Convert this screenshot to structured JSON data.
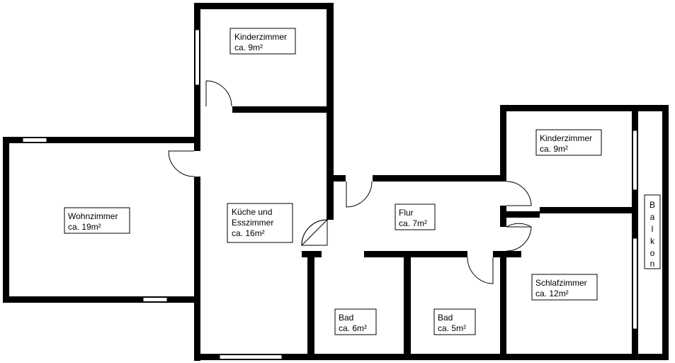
{
  "rooms": [
    {
      "name": "Kinderzimmer",
      "area": "ca. 9m²"
    },
    {
      "name": "Kinderzimmer",
      "area": "ca. 9m²"
    },
    {
      "name": "Wohnzimmer",
      "area": "ca. 19m²"
    },
    {
      "name": "Küche und",
      "name2": "Esszimmer",
      "area": "ca. 16m²"
    },
    {
      "name": "Flur",
      "area": "ca. 7m²"
    },
    {
      "name": "Schlafzimmer",
      "area": "ca. 12m²"
    },
    {
      "name": "Bad",
      "area": "ca. 6m²"
    },
    {
      "name": "Bad",
      "area": "ca. 5m²"
    }
  ],
  "balkon": {
    "letters": [
      "B",
      "a",
      "l",
      "k",
      "o",
      "n"
    ]
  },
  "colors": {
    "wall": "#000000",
    "background": "#ffffff"
  }
}
